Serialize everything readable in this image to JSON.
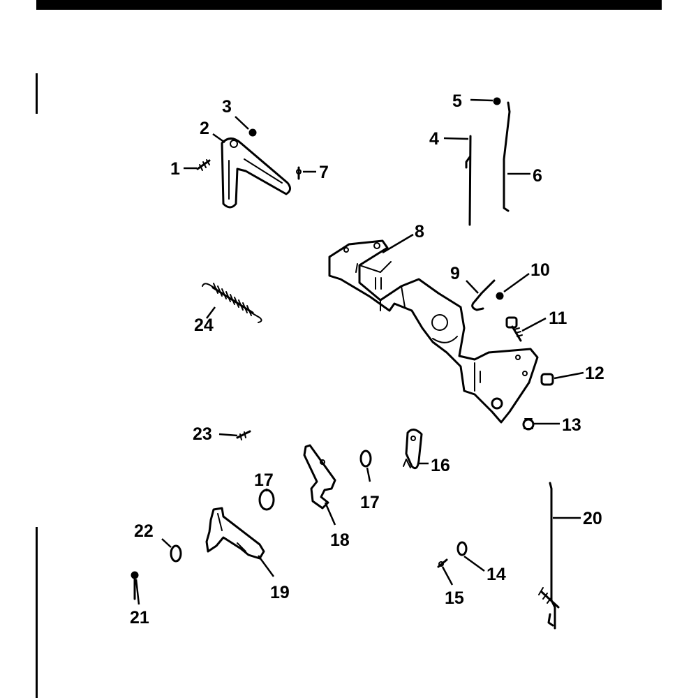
{
  "callouts": [
    {
      "id": "1",
      "text": "1"
    },
    {
      "id": "2",
      "text": "2"
    },
    {
      "id": "3",
      "text": "3"
    },
    {
      "id": "4",
      "text": "4"
    },
    {
      "id": "5",
      "text": "5"
    },
    {
      "id": "6",
      "text": "6"
    },
    {
      "id": "7",
      "text": "7"
    },
    {
      "id": "8",
      "text": "8"
    },
    {
      "id": "9",
      "text": "9"
    },
    {
      "id": "10",
      "text": "10"
    },
    {
      "id": "11",
      "text": "11"
    },
    {
      "id": "12",
      "text": "12"
    },
    {
      "id": "13",
      "text": "13"
    },
    {
      "id": "14",
      "text": "14"
    },
    {
      "id": "15",
      "text": "15"
    },
    {
      "id": "16",
      "text": "16"
    },
    {
      "id": "17a",
      "text": "17"
    },
    {
      "id": "17b",
      "text": "17"
    },
    {
      "id": "18",
      "text": "18"
    },
    {
      "id": "19",
      "text": "19"
    },
    {
      "id": "20",
      "text": "20"
    },
    {
      "id": "21",
      "text": "21"
    },
    {
      "id": "22",
      "text": "22"
    },
    {
      "id": "23",
      "text": "23"
    },
    {
      "id": "24",
      "text": "24"
    }
  ]
}
